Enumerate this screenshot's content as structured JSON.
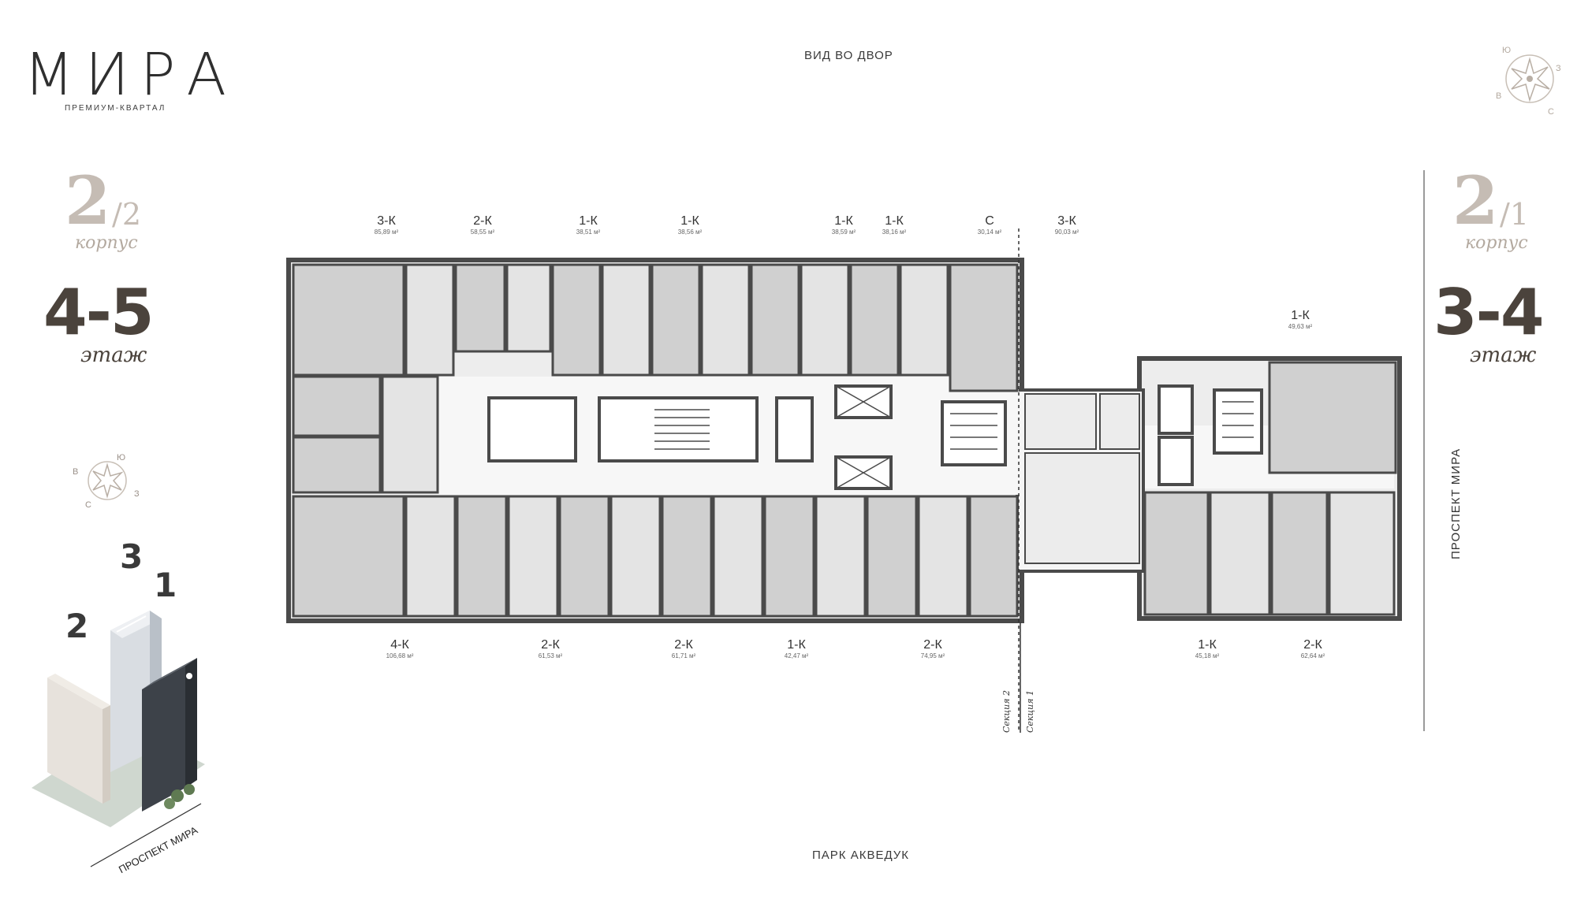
{
  "brand": {
    "name": "МИРА",
    "tagline": "ПРЕМИУМ-КВАРТАЛ"
  },
  "orientation": {
    "top": "ВИД ВО ДВОР",
    "bottom": "ПАРК АКВЕДУК"
  },
  "left_info": {
    "building": "2",
    "section": "2",
    "building_word": "корпус",
    "floors": "4-5",
    "floor_word": "этаж"
  },
  "right_info": {
    "building": "2",
    "section": "1",
    "building_word": "корпус",
    "floors": "3-4",
    "floor_word": "этаж",
    "street": "ПРОСПЕКТ МИРА"
  },
  "compass": {
    "n": "Ю",
    "e": "З",
    "s": "С",
    "w": "В"
  },
  "sections": {
    "s2": "Секция 2",
    "s1": "Секция 1"
  },
  "top_apartments": [
    {
      "type": "3-К",
      "area": "85,89 м²"
    },
    {
      "type": "2-К",
      "area": "58,55 м²"
    },
    {
      "type": "1-К",
      "area": "38,51 м²"
    },
    {
      "type": "1-К",
      "area": "38,56 м²"
    },
    {
      "type": "1-К",
      "area": "38,59 м²"
    },
    {
      "type": "1-К",
      "area": "38,16 м²"
    },
    {
      "type": "С",
      "area": "30,14 м²"
    },
    {
      "type": "3-К",
      "area": "90,03 м²"
    },
    {
      "type": "1-К",
      "area": "49,63 м²"
    }
  ],
  "bottom_apartments": [
    {
      "type": "4-К",
      "area": "106,68 м²"
    },
    {
      "type": "2-К",
      "area": "61,53 м²"
    },
    {
      "type": "2-К",
      "area": "61,71 м²"
    },
    {
      "type": "1-К",
      "area": "42,47 м²"
    },
    {
      "type": "2-К",
      "area": "74,95 м²"
    },
    {
      "type": "1-К",
      "area": "45,18 м²"
    },
    {
      "type": "2-К",
      "area": "62,64 м²"
    }
  ],
  "building_map": {
    "labels": [
      "3",
      "1",
      "2"
    ],
    "street": "ПРОСПЕКТ МИРА"
  },
  "colors": {
    "wall": "#4a4a4a",
    "room_dark": "#d0d0d0",
    "room_light": "#ededed",
    "accent": "#c5bcb4"
  }
}
